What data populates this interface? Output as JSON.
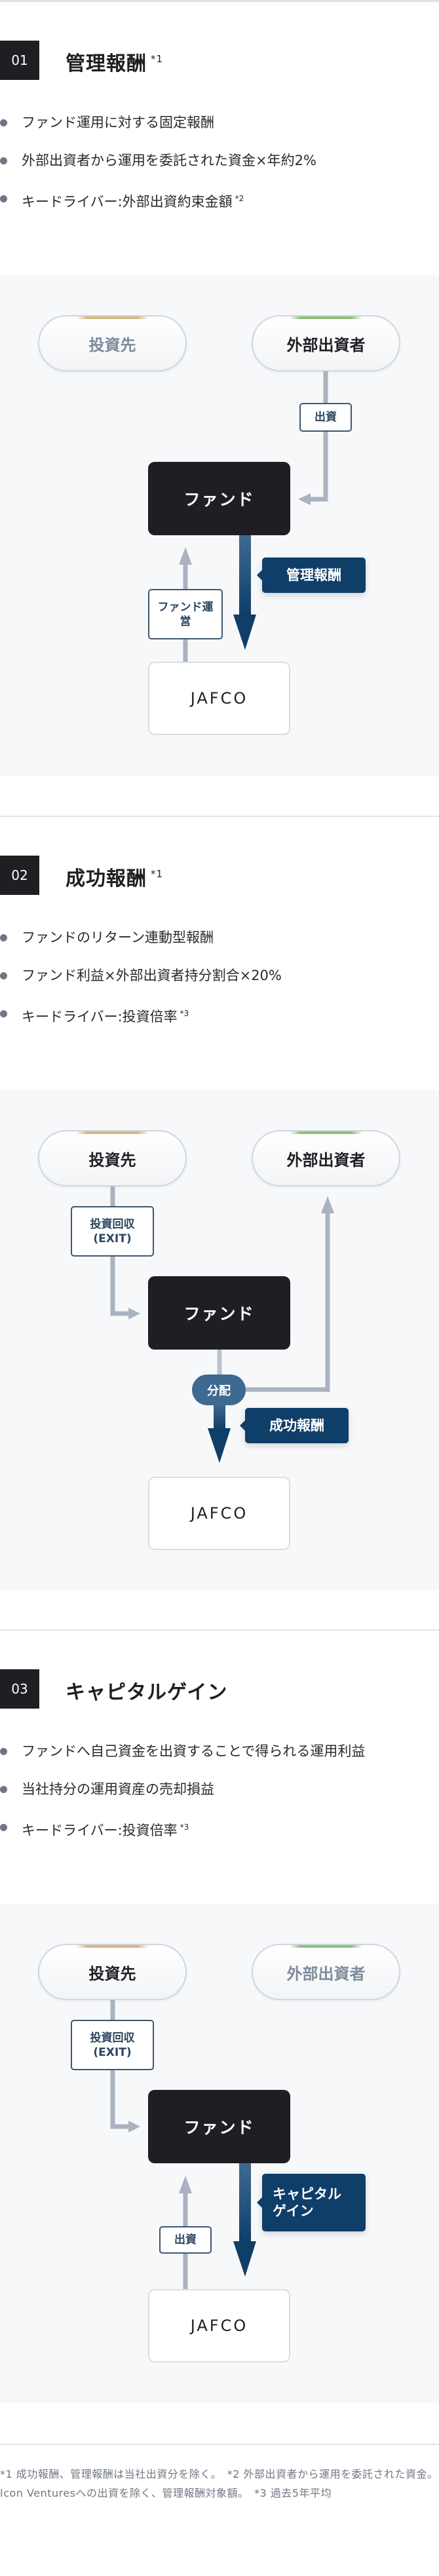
{
  "sections": [
    {
      "number": "01",
      "title": "管理報酬",
      "title_note": "*1",
      "bullets": [
        {
          "text": "ファンド運用に対する固定報酬",
          "note": ""
        },
        {
          "text": "外部出資者から運用を委託された資金×年約2%",
          "note": ""
        },
        {
          "text": "キードライバー:外部出資約束金額",
          "note": "*2"
        }
      ],
      "diagram": {
        "investee": "投資先",
        "external_investor": "外部出資者",
        "fund": "ファンド",
        "jafco": "JAFCO",
        "label_investment": "出資",
        "label_fund_operation": "ファンド運営",
        "flow_tag": "管理報酬"
      }
    },
    {
      "number": "02",
      "title": "成功報酬",
      "title_note": "*1",
      "bullets": [
        {
          "text": "ファンドのリターン連動型報酬",
          "note": ""
        },
        {
          "text": "ファンド利益×外部出資者持分割合×20%",
          "note": ""
        },
        {
          "text": "キードライバー:投資倍率",
          "note": "*3"
        }
      ],
      "diagram": {
        "investee": "投資先",
        "external_investor": "外部出資者",
        "fund": "ファンド",
        "jafco": "JAFCO",
        "label_exit_line1": "投資回収",
        "label_exit_line2": "(EXIT)",
        "distribution": "分配",
        "flow_tag": "成功報酬"
      }
    },
    {
      "number": "03",
      "title": "キャピタルゲイン",
      "title_note": "",
      "bullets": [
        {
          "text": "ファンドへ自己資金を出資することで得られる運用利益",
          "note": ""
        },
        {
          "text": "当社持分の運用資産の売却損益",
          "note": ""
        },
        {
          "text": "キードライバー:投資倍率",
          "note": "*3"
        }
      ],
      "diagram": {
        "investee": "投資先",
        "external_investor": "外部出資者",
        "fund": "ファンド",
        "jafco": "JAFCO",
        "label_exit_line1": "投資回収",
        "label_exit_line2": "(EXIT)",
        "label_investment": "出資",
        "flow_tag_line1": "キャピタル",
        "flow_tag_line2": "ゲイン"
      }
    }
  ],
  "footnote": "*1 成功報酬、管理報酬は当社出資分を除く。　*2 外部出資者から運用を委託された資金。Icon Venturesへの出資を除く、管理報酬対象額。　*3 過去5年平均",
  "colors": {
    "badge": "#1f1f23",
    "tag": "#0f3e69",
    "gray_arrow": "#a9b3c0",
    "gold": "#d9b77f",
    "green": "#8fbf7f"
  }
}
